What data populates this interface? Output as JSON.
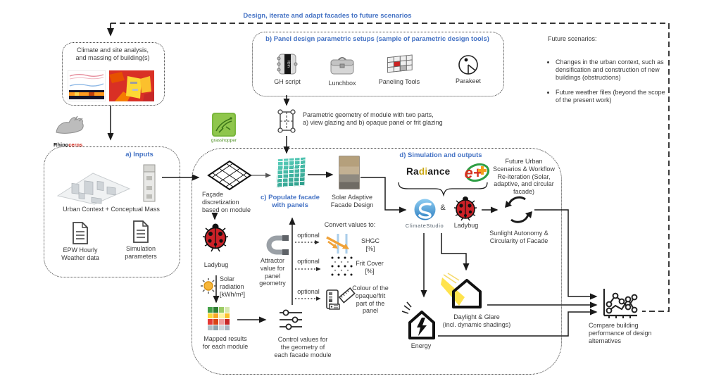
{
  "colors": {
    "accent": "#4472c4",
    "ink": "#3a3a3a"
  },
  "feedback_title": "Design, iterate and adapt facades to future scenarios",
  "future_scenarios": {
    "title": "Future scenarios:",
    "bullets": [
      "Changes in the urban context, such as densification and construction of new buildings (obstructions)",
      "Future weather files (beyond the scope of the present work)"
    ]
  },
  "climate_box": {
    "title": "Climate and site analysis,\nand massing of building(s)"
  },
  "logos": {
    "rhino_black": "Rhino",
    "rhino_red": "ceros",
    "grasshopper": "grasshopper",
    "gh_item": "Item",
    "radiance": [
      "Ra",
      "di",
      "ance"
    ],
    "eplus": "e+",
    "climatestudio": "ClimateStudio",
    "ladybug": "Ladybug"
  },
  "inputs": {
    "heading": "a) Inputs",
    "urban": "Urban Context + Conceptual Mass",
    "epw": "EPW Hourly\nWeather data",
    "sim": "Simulation\nparameters"
  },
  "panel_setup": {
    "heading": "b) Panel design parametric setups (sample of parametric design tools)",
    "tools": [
      {
        "label": "GH script"
      },
      {
        "label": "Lunchbox"
      },
      {
        "label": "Paneling Tools"
      },
      {
        "label": "Parakeet"
      }
    ]
  },
  "parametric_note": "Parametric geometry of module with two parts,\na) view glazing and b) opaque panel or frit glazing",
  "workflow": {
    "facade_disc": "Façade\ndiscretization\nbased on module",
    "populate": "c) Populate facade\nwith panels",
    "solar_adaptive": "Solar Adaptive\nFacade Design",
    "ladybug": "Ladybug",
    "solar_radiation": "Solar\nradiation\n[kWh/m²]",
    "mapped": "Mapped results\nfor each module",
    "control": "Control values for\nthe geometry of\neach facade module",
    "attractor": "Attractor\nvalue for\npanel\ngeometry",
    "convert": "Convert values to:",
    "optional": "optional",
    "shgc": "SHGC\n[%]",
    "frit": "Frit Cover\n[%]",
    "colour": "Colour of the\nopaque/frit\npart of the\npanel"
  },
  "simulation": {
    "heading": "d) Simulation and outputs",
    "amp": "&",
    "future_urban": "Future Urban\nScenarios & Workflow\nRe-iteration (Solar,\nadaptive, and circular\nfacade)",
    "sunlight": "Sunlight Autonomy &\nCircularity of Facade",
    "energy": "Energy",
    "daylight": "Daylight & Glare\n(incl. dynamic shadings)"
  },
  "compare": "Compare building\nperformance of design\nalternatives"
}
